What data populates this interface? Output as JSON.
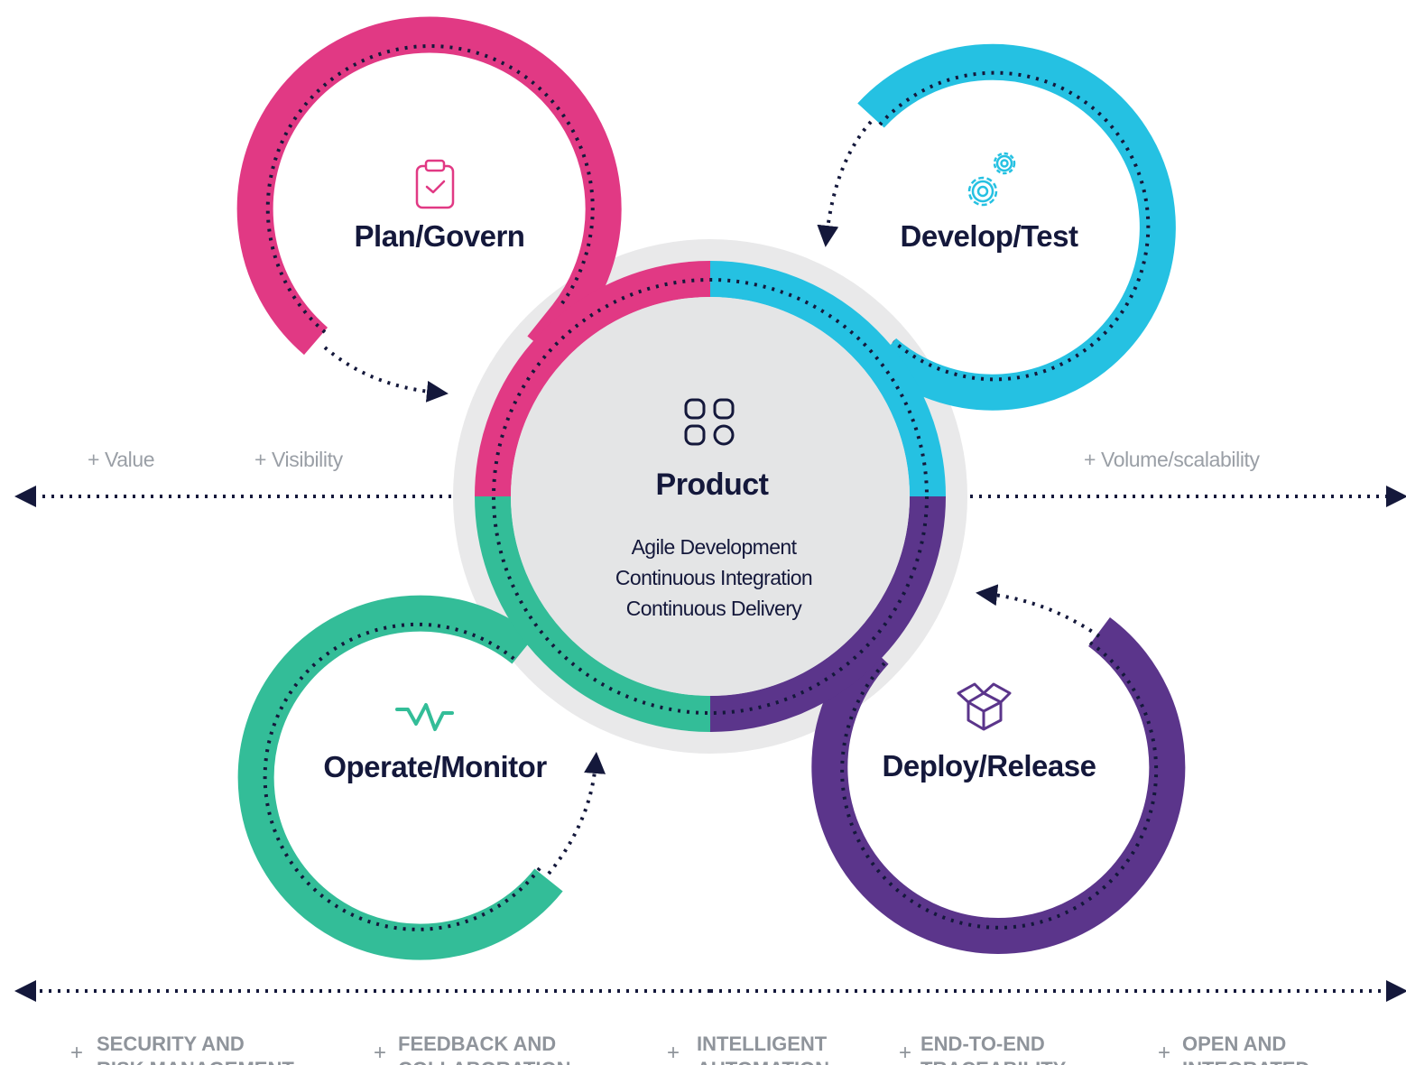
{
  "colors": {
    "plan": "#e13984",
    "develop": "#25c1e2",
    "deploy": "#5b358b",
    "operate": "#33bd98",
    "navy": "#14183b",
    "halo": "#e9e9ea",
    "core": "#e4e5e6",
    "muted": "#9a9fa6"
  },
  "center": {
    "icon": "apps-grid-icon",
    "title": "Product",
    "lines": [
      "Agile Development",
      "Continuous Integration",
      "Continuous Delivery"
    ]
  },
  "stages": {
    "plan": {
      "label": "Plan/Govern",
      "icon": "clipboard-check-icon"
    },
    "develop": {
      "label": "Develop/Test",
      "icon": "gears-icon"
    },
    "operate": {
      "label": "Operate/Monitor",
      "icon": "pulse-icon"
    },
    "deploy": {
      "label": "Deploy/Release",
      "icon": "package-box-icon"
    }
  },
  "benefits_top": {
    "value": "+ Value",
    "visibility": "+ Visibility",
    "volume": "+ Volume/scalability"
  },
  "benefits_bottom": [
    {
      "plus": "+",
      "line1": "SECURITY AND",
      "line2": "RISK MANAGEMENT"
    },
    {
      "plus": "+",
      "line1": "FEEDBACK AND",
      "line2": "COLLABORATION"
    },
    {
      "plus": "+",
      "line1": "INTELLIGENT",
      "line2": "AUTOMATION"
    },
    {
      "plus": "+",
      "line1": "END-TO-END",
      "line2": "TRACEABILITY"
    },
    {
      "plus": "+",
      "line1": "OPEN AND",
      "line2": "INTEGRATED"
    }
  ]
}
